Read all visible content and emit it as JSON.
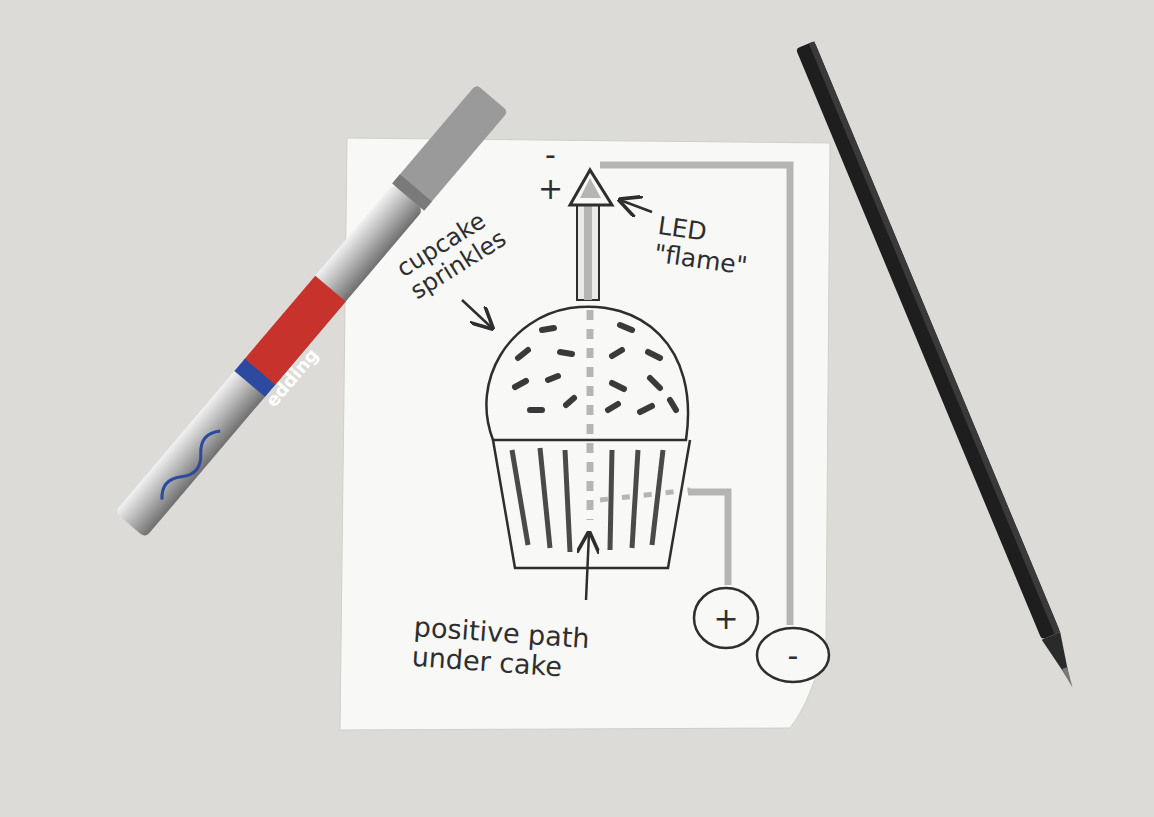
{
  "diagram": {
    "nodes": [
      {
        "text": [
          "+"
        ]
      },
      {
        "text": [
          "-"
        ]
      }
    ],
    "labels": [
      "-",
      "+",
      "cupcake sprinkles",
      "LED \"flame\"",
      "positive path under cake",
      "edding"
    ]
  }
}
